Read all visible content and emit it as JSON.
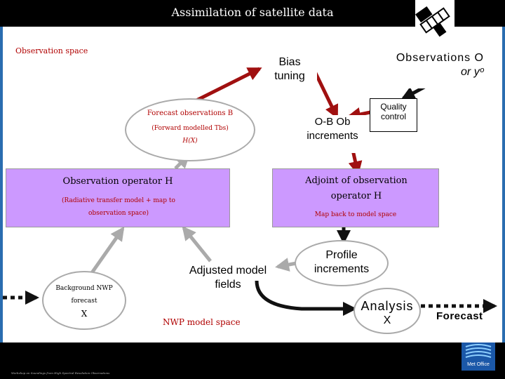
{
  "header": {
    "title": "Assimilation of satellite data"
  },
  "labels": {
    "observation_space": "Observation space",
    "bias_tuning": "Bias tuning",
    "observations": "Observations O",
    "or_y": "or yᵒ",
    "quality_control": "Quality control",
    "forecast_obs": "Forecast observations B",
    "forward_modelled": "(Forward modelled Tbs)",
    "hx": "H(X)",
    "ob_increments": "O-B Ob increments",
    "obs_operator": "Observation operator H",
    "obs_operator_sub": "(Radiative transfer model + map to observation space)",
    "adjoint": "Adjoint of observation operator H",
    "map_back": "Map back to model space",
    "background": "Background NWP forecast",
    "background_x": "X",
    "adjusted_fields": "Adjusted model fields",
    "profile_increments": "Profile increments",
    "nwp_model_space": "NWP model space",
    "analysis": "Analysis",
    "analysis_x": "X",
    "forecast": "Forecast",
    "footer_note": "Workshop on Soundings from High Spectral Resolution Observations",
    "logo": "Met Office"
  },
  "icons": {
    "satellite": "satellite-icon",
    "logo": "met-office-logo"
  },
  "colors": {
    "purple": "#cc99ff",
    "red_arrow": "#a01010",
    "grey_arrow": "#aaaaaa",
    "label_red": "#b00000"
  }
}
